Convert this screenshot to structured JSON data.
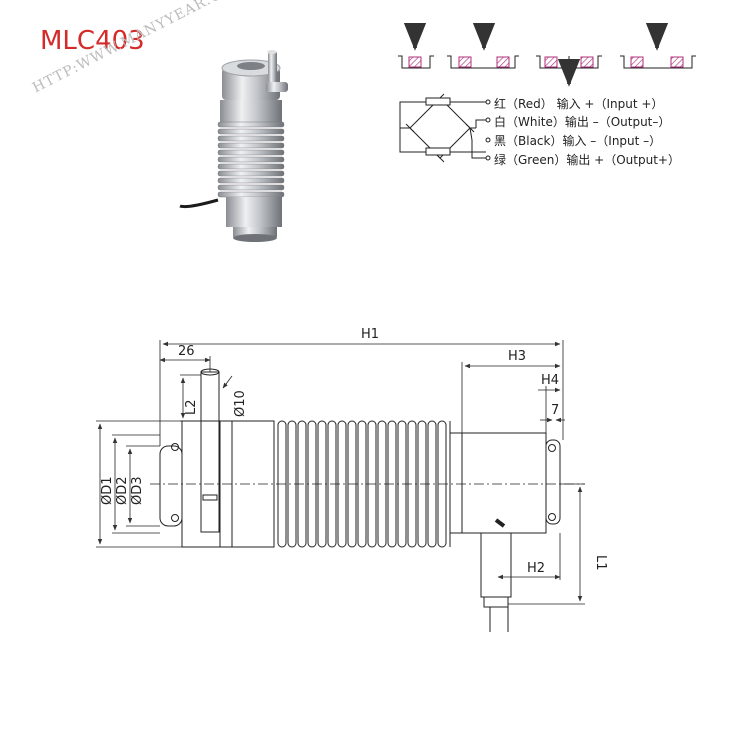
{
  "header": {
    "model": "MLC403",
    "watermark": "HTTP:WWW.MANYYEAR.COM"
  },
  "wiring": [
    {
      "label": "红（Red）  输入 +（Input  +）"
    },
    {
      "label": "白（White）输出 –（Output–）"
    },
    {
      "label": "黑（Black）输入 –（Input –）"
    },
    {
      "label": "绿（Green）输出 +（Output+）"
    }
  ],
  "dimensions": {
    "h1": "H1",
    "h2": "H2",
    "h3": "H3",
    "h4": "H4",
    "l1": "L1",
    "l2": "L2",
    "w26": "26",
    "w7": "7",
    "d10": "Ø10",
    "d1": "ØD1",
    "d2": "ØD2",
    "d3": "ØD3"
  }
}
